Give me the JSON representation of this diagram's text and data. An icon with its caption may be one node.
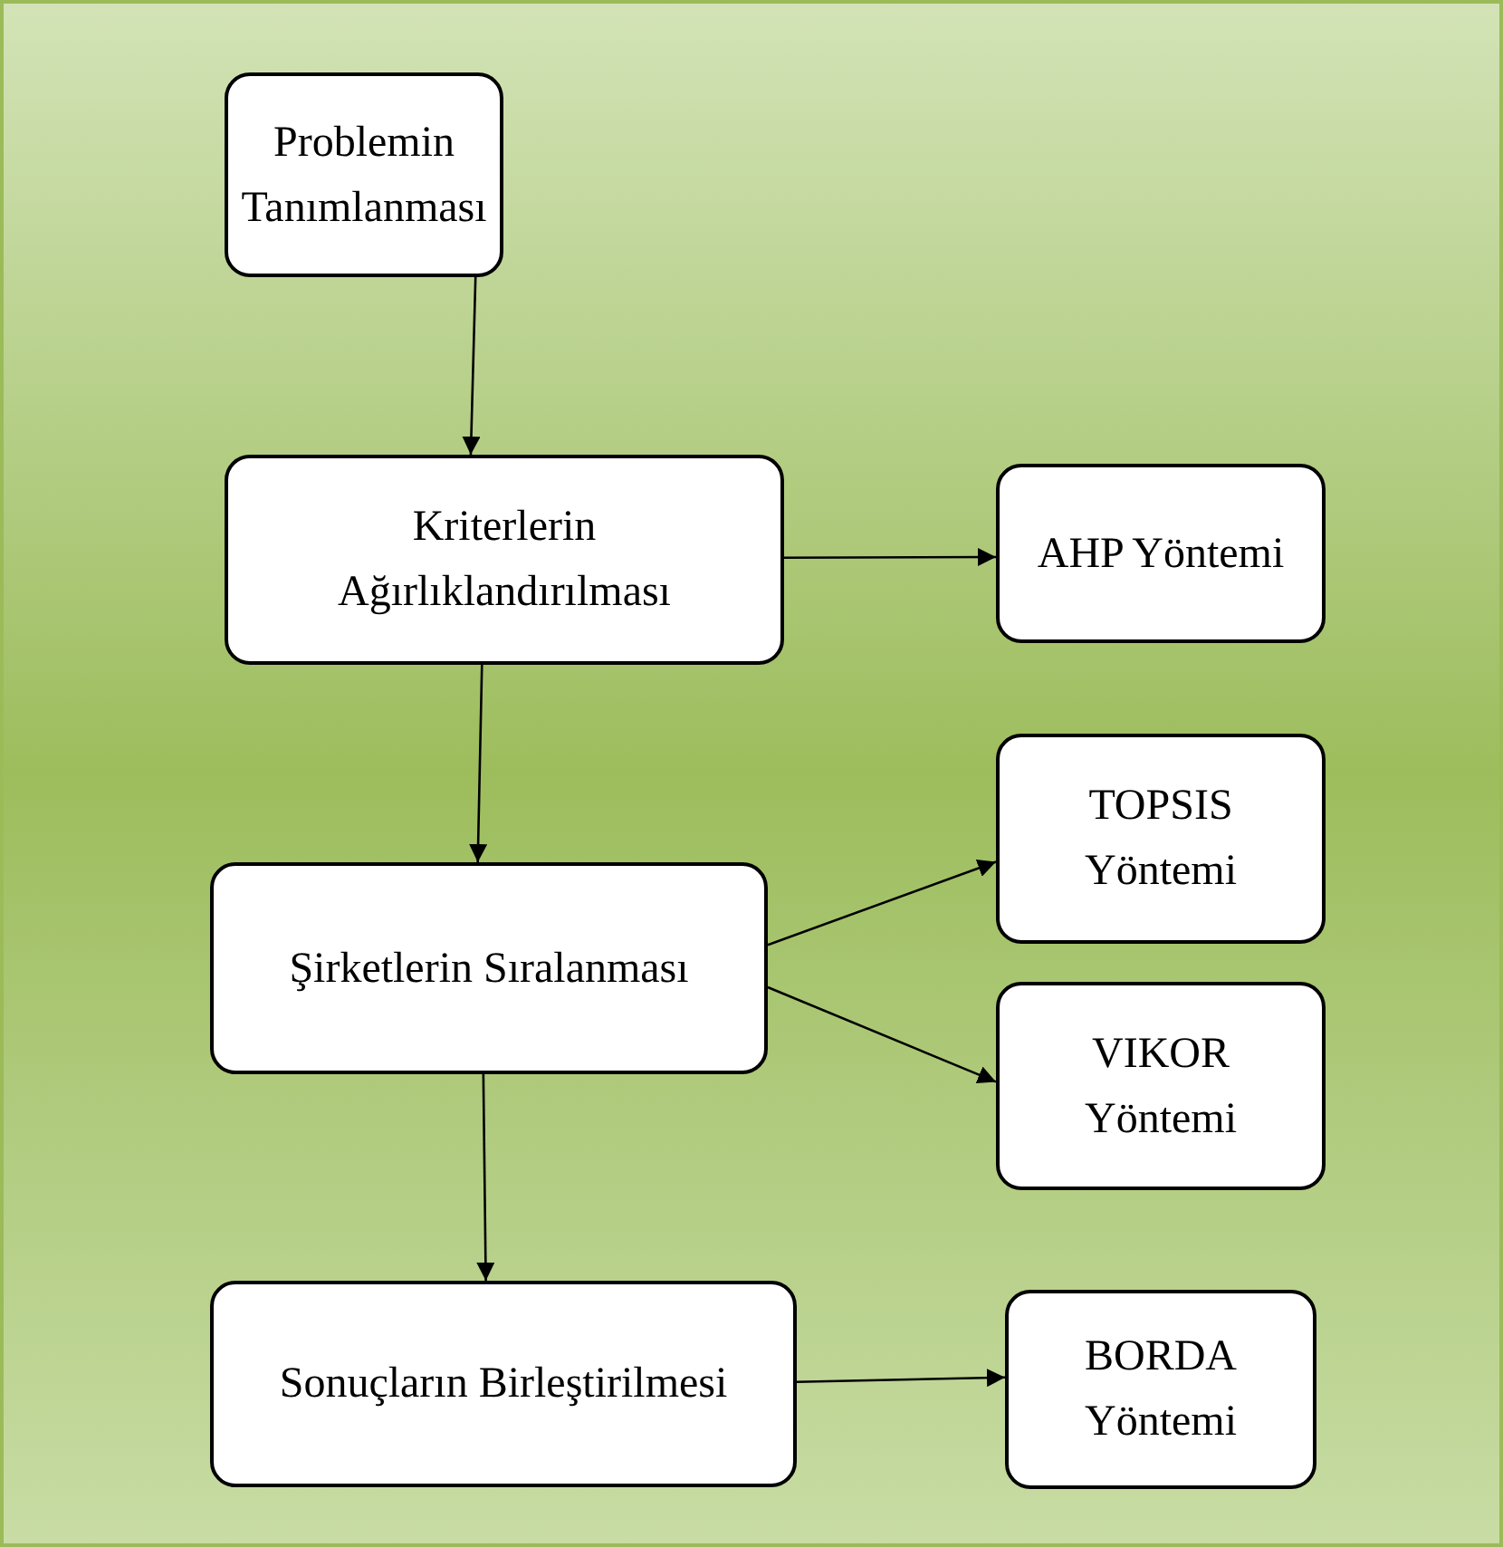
{
  "diagram": {
    "nodes": [
      {
        "text": [
          "Problemin Tanımlanması"
        ]
      },
      {
        "text": [
          "Kriterlerin Ağırlıklandırılması"
        ]
      },
      {
        "text": [
          "AHP Yöntemi"
        ]
      },
      {
        "text": [
          "Şirketlerin Sıralanması"
        ]
      },
      {
        "text": [
          "TOPSIS Yöntemi"
        ]
      },
      {
        "text": [
          "VIKOR Yöntemi"
        ]
      },
      {
        "text": [
          "Sonuçların Birleştirilmesi"
        ]
      },
      {
        "text": [
          "BORDA Yöntemi"
        ]
      }
    ],
    "edges": [
      {
        "from": 0,
        "to": 1,
        "arrow": "to"
      },
      {
        "from": 1,
        "to": 2,
        "arrow": "to"
      },
      {
        "from": 1,
        "to": 3,
        "arrow": "to"
      },
      {
        "from": 3,
        "to": 4,
        "arrow": "to"
      },
      {
        "from": 3,
        "to": 5,
        "arrow": "to"
      },
      {
        "from": 3,
        "to": 6,
        "arrow": "to"
      },
      {
        "from": 6,
        "to": 7,
        "arrow": "to"
      }
    ]
  }
}
